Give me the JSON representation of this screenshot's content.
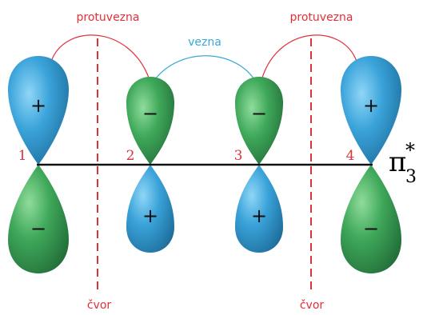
{
  "labels": {
    "antibonding_left": "protuvezna",
    "antibonding_right": "protuvezna",
    "bonding": "vezna",
    "node_left": "čvor",
    "node_right": "čvor"
  },
  "orbital_title": {
    "symbol": "π",
    "star": "*",
    "subscript": "3"
  },
  "atoms": [
    {
      "number": "1",
      "top_sign": "+",
      "bottom_sign": "−",
      "top_lobe_color": "#3aa3d9",
      "bottom_lobe_color": "#3fa85a"
    },
    {
      "number": "2",
      "top_sign": "−",
      "bottom_sign": "+",
      "top_lobe_color": "#3fa85a",
      "bottom_lobe_color": "#3aa3d9"
    },
    {
      "number": "3",
      "top_sign": "−",
      "bottom_sign": "+",
      "top_lobe_color": "#3fa85a",
      "bottom_lobe_color": "#3aa3d9"
    },
    {
      "number": "4",
      "top_sign": "+",
      "bottom_sign": "−",
      "top_lobe_color": "#3aa3d9",
      "bottom_lobe_color": "#3fa85a"
    }
  ],
  "colors": {
    "antibonding": "#e0303a",
    "bonding": "#36a9d8",
    "node_line": "#e0303a",
    "axis": "#111111",
    "atom_number": "#d9343c"
  }
}
